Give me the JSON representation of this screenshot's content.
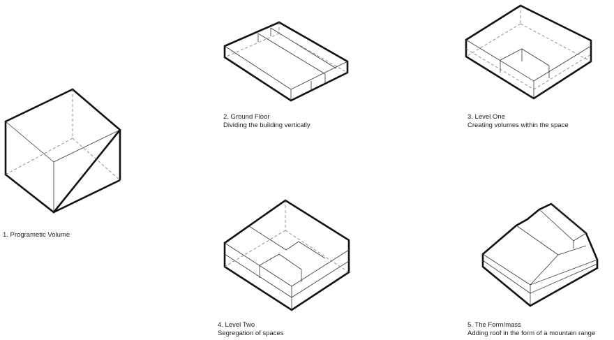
{
  "steps": [
    {
      "title": "1. Programetic Volume",
      "subtitle": ""
    },
    {
      "title": "2. Ground Floor",
      "subtitle": "Dividing the building vertically"
    },
    {
      "title": "3. Level One",
      "subtitle": "Creating volumes within the space"
    },
    {
      "title": "4. Level Two",
      "subtitle": "Segregation of spaces"
    },
    {
      "title": "5. The Form/mass",
      "subtitle": "Adding roof in the form of a mountain range"
    }
  ]
}
